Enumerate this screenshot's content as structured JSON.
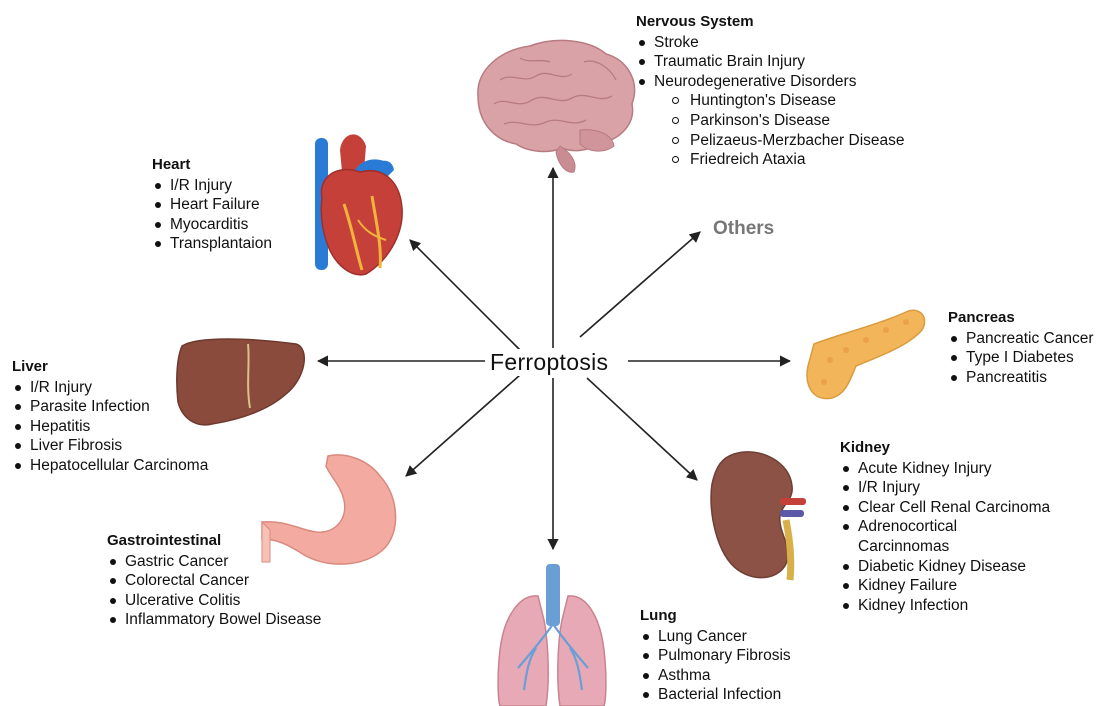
{
  "center": "Ferroptosis",
  "others": "Others",
  "colors": {
    "arrow": "#222222",
    "others_text": "#777777",
    "brain": "#d9a2a6",
    "heart": "#c6403a",
    "vessel_blue": "#2a7bd6",
    "liver": "#8a4a3c",
    "stomach": "#f3aaa0",
    "lung": "#e7a9b5",
    "trachea": "#6a9fd6",
    "kidney": "#8c5246",
    "pancreas": "#f2b55a"
  },
  "panels": {
    "nervous": {
      "title": "Nervous System",
      "items": [
        "Stroke",
        "Traumatic Brain Injury",
        "Neurodegenerative Disorders"
      ],
      "subitems": [
        "Huntington's Disease",
        "Parkinson's Disease",
        "Pelizaeus-Merzbacher Disease",
        "Friedreich Ataxia"
      ]
    },
    "heart": {
      "title": "Heart",
      "items": [
        "I/R Injury",
        "Heart Failure",
        "Myocarditis",
        "Transplantaion"
      ]
    },
    "liver": {
      "title": "Liver",
      "items": [
        "I/R Injury",
        "Parasite Infection",
        "Hepatitis",
        "Liver Fibrosis",
        "Hepatocellular Carcinoma"
      ]
    },
    "gastro": {
      "title": "Gastrointestinal",
      "items": [
        "Gastric Cancer",
        "Colorectal Cancer",
        "Ulcerative Colitis",
        "Inflammatory Bowel Disease"
      ]
    },
    "lung": {
      "title": "Lung",
      "items": [
        "Lung Cancer",
        "Pulmonary Fibrosis",
        "Asthma",
        "Bacterial Infection"
      ]
    },
    "kidney": {
      "title": "Kidney",
      "items": [
        "Acute Kidney Injury",
        "I/R Injury",
        "Clear Cell Renal Carcinoma",
        "Adrenocortical",
        "Carcinnomas",
        "Diabetic Kidney Disease",
        "Kidney Failure",
        "Kidney Infection"
      ]
    },
    "pancreas": {
      "title": "Pancreas",
      "items": [
        "Pancreatic Cancer",
        "Type I Diabetes",
        "Pancreatitis"
      ]
    }
  }
}
